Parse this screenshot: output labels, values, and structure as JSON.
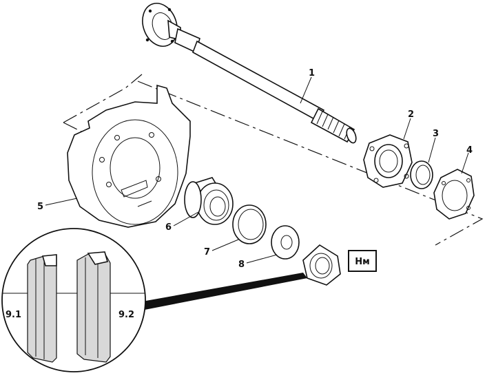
{
  "callouts": {
    "c1": "1",
    "c2": "2",
    "c3": "3",
    "c4": "4",
    "c5": "5",
    "c6": "6",
    "c7": "7",
    "c8": "8",
    "c91": "9.1",
    "c92": "9.2"
  },
  "torque_badge": "Нм"
}
